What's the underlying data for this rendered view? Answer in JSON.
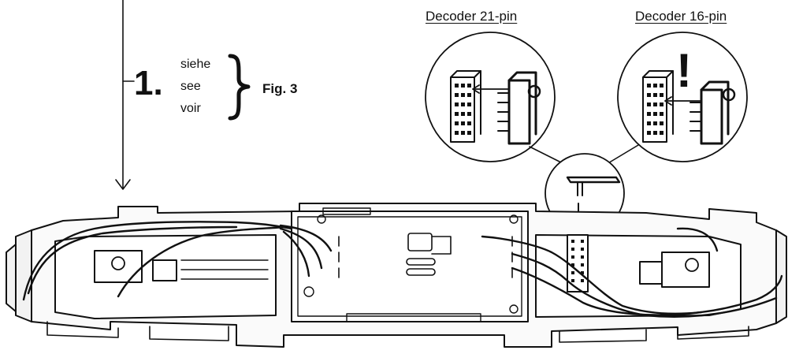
{
  "step": {
    "number": "1.",
    "words": [
      "siehe",
      "see",
      "voir"
    ],
    "reference": "Fig. 3"
  },
  "decoders": {
    "left_label": "Decoder 21-pin",
    "right_label": "Decoder 16-pin",
    "warning_mark": "!"
  },
  "colors": {
    "ink": "#111111",
    "background": "#ffffff",
    "fill_light": "#f4f4f4"
  }
}
